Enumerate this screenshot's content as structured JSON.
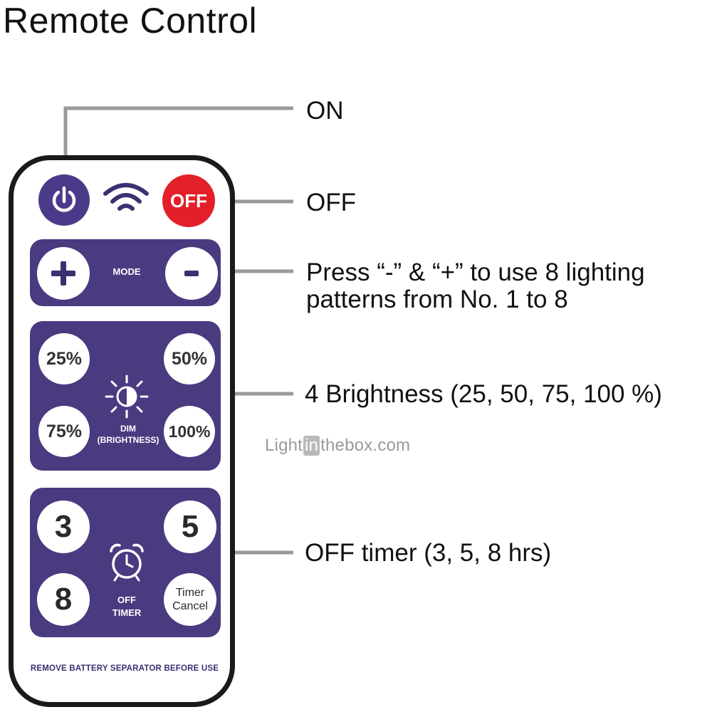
{
  "title": "Remote Control",
  "callouts": {
    "on": "ON",
    "off": "OFF",
    "mode_line1": "Press “-” & “+” to use 8 lighting",
    "mode_line2": "patterns from No. 1 to 8",
    "brightness": "4 Brightness (25, 50, 75, 100 %)",
    "timer": "OFF timer (3, 5, 8 hrs)"
  },
  "remote": {
    "off_button": "OFF",
    "mode_label": "MODE",
    "plus": "+",
    "minus": "-",
    "brightness_buttons": [
      "25%",
      "50%",
      "75%",
      "100%"
    ],
    "dim_label_line1": "DIM",
    "dim_label_line2": "(BRIGHTNESS)",
    "timer_buttons": [
      "3",
      "5",
      "8"
    ],
    "timer_cancel_line1": "Timer",
    "timer_cancel_line2": "Cancel",
    "timer_label_line1": "OFF",
    "timer_label_line2": "TIMER",
    "battery_note": "REMOVE BATTERY SEPARATOR BEFORE USE"
  },
  "watermark": {
    "part1": "Light",
    "part2": "in",
    "part3": "thebox.com"
  },
  "icons": [
    "power-icon",
    "wifi-icon",
    "sun-half-icon",
    "alarm-clock-icon"
  ],
  "colors": {
    "panel": "#4a3a80",
    "off_red": "#e3202a",
    "power_purple": "#4b3a8a"
  }
}
